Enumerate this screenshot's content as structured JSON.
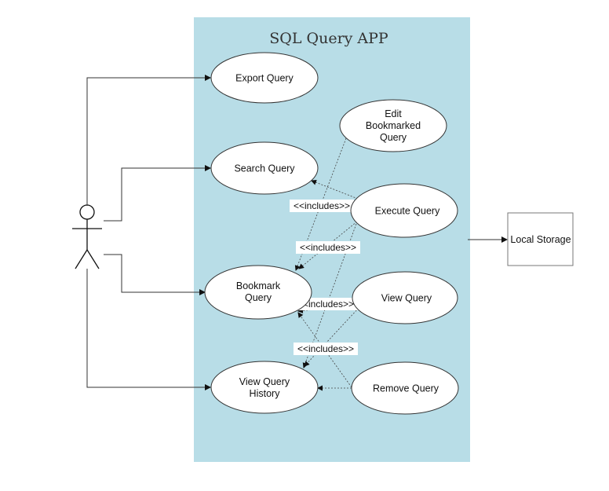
{
  "system": {
    "title": "SQL Query APP",
    "background": "#b8dde7"
  },
  "use_cases": {
    "export": "Export Query",
    "search": "Search Query",
    "bookmark": [
      "Bookmark",
      "Query"
    ],
    "view_history": [
      "View Query",
      "History"
    ],
    "edit_bookmarked": [
      "Edit",
      "Bookmarked",
      "Query"
    ],
    "execute": "Execute Query",
    "view": "View Query",
    "remove": "Remove Query"
  },
  "relations": {
    "include_label": "<<includes>>"
  },
  "external": {
    "local_storage": "Local Storage"
  }
}
